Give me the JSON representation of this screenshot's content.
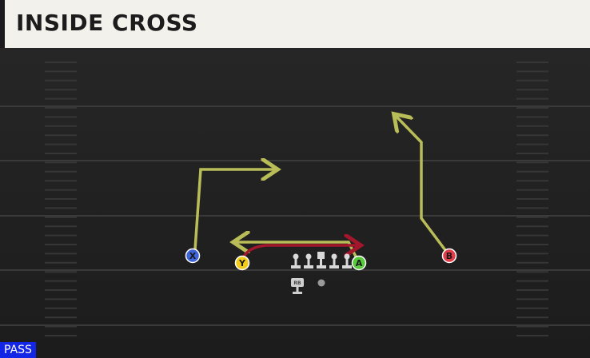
{
  "play": {
    "title": "INSIDE CROSS",
    "formation_label": "PASS"
  },
  "players": [
    {
      "id": "X",
      "color": "#3f64d9"
    },
    {
      "id": "Y",
      "color": "#f2cc1b"
    },
    {
      "id": "A",
      "color": "#58c83c"
    },
    {
      "id": "B",
      "color": "#e23c49"
    },
    {
      "id": "RB",
      "color": "#cfcfcf"
    }
  ],
  "colors": {
    "route": "#b9bd57",
    "block_route": "#a3162b",
    "field_bg": "#1f1f1f",
    "yard_line": "#3a3a3a",
    "lineman": "#d9d9d9",
    "title_bg": "#f2f1ec",
    "badge_bg": "#1326e6"
  }
}
